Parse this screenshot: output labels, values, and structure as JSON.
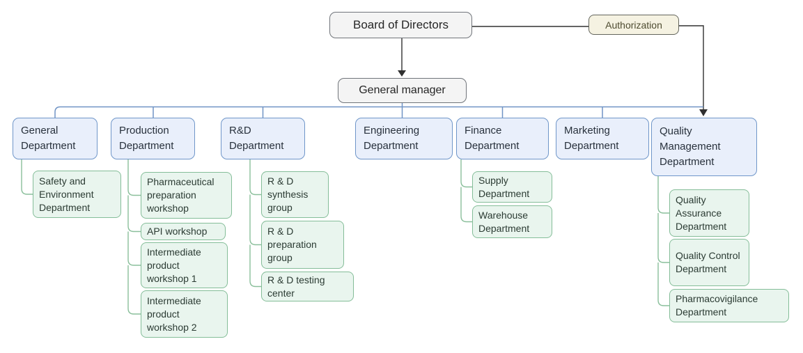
{
  "org": {
    "board": {
      "label": "Board of Directors"
    },
    "authorization": {
      "label": "Authorization"
    },
    "manager": {
      "label": "General manager"
    },
    "departments": [
      {
        "label": "General Department",
        "children": [
          {
            "label": "Safety and Environment Department"
          }
        ]
      },
      {
        "label": "Production Department",
        "children": [
          {
            "label": "Pharmaceutical preparation workshop"
          },
          {
            "label": "API workshop"
          },
          {
            "label": "Intermediate product workshop 1"
          },
          {
            "label": "Intermediate product workshop 2"
          }
        ]
      },
      {
        "label": "R&D Department",
        "children": [
          {
            "label": "R & D synthesis group"
          },
          {
            "label": "R & D preparation group"
          },
          {
            "label": "R & D testing center"
          }
        ]
      },
      {
        "label": "Engineering Department",
        "children": []
      },
      {
        "label": "Finance Department",
        "children": [
          {
            "label": "Supply Department"
          },
          {
            "label": "Warehouse Department"
          }
        ]
      },
      {
        "label": "Marketing Department",
        "children": []
      },
      {
        "label": "Quality Management Department",
        "children": [
          {
            "label": "Quality Assurance Department"
          },
          {
            "label": "Quality Control Department"
          },
          {
            "label": "Pharmacovigilance Department"
          }
        ]
      }
    ],
    "colors": {
      "department_fill": "#e9effb",
      "department_border": "#6f96c9",
      "subdepartment_fill": "#e9f5ee",
      "subdepartment_border": "#84bd98",
      "executive_fill": "#f4f4f4",
      "executive_border": "#70747a",
      "authorization_fill": "#f5f2e2",
      "authorization_border": "#63655c",
      "line_black": "#303030",
      "line_blue": "#7094c5",
      "line_green": "#8abf9b"
    }
  }
}
